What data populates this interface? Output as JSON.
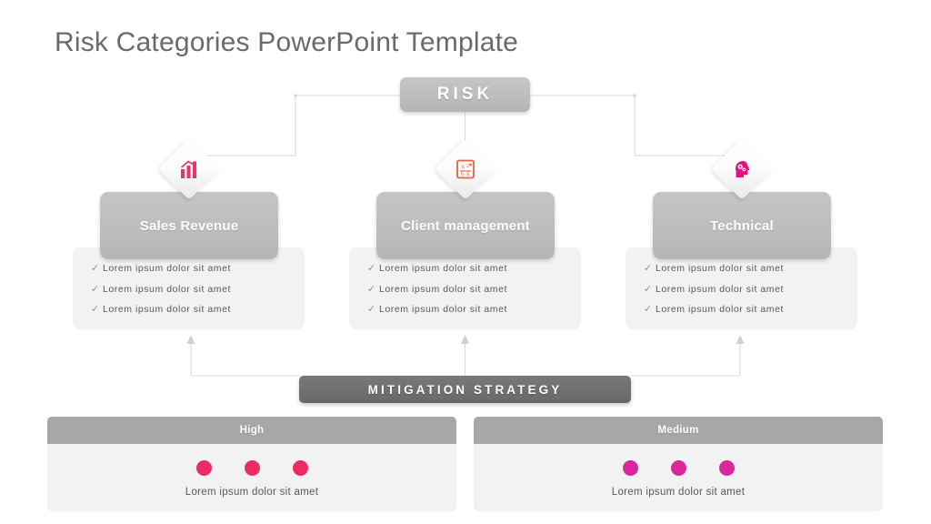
{
  "page": {
    "title": "Risk Categories PowerPoint Template",
    "background": "#ffffff"
  },
  "root": {
    "label": "RISK"
  },
  "colors": {
    "box_gray": "#bdbdbd",
    "panel_gray": "#f2f2f2",
    "mitigation_gray": "#6f6f6f",
    "severity_head_gray": "#a7a7a7",
    "dot_high": "#ed2b63",
    "dot_medium": "#d9279c",
    "icon_pink": "#e5127d",
    "icon_rose": "#e8336b",
    "icon_orange": "#e8603c",
    "title_text": "#6a6a6a",
    "body_text": "#58585a",
    "connector": "#d8d8d8"
  },
  "categories": [
    {
      "label": "Sales Revenue",
      "icon": "bar-chart-growth-icon",
      "icon_color": "#e8336b",
      "bullets": [
        "Lorem  ipsum  dolor  sit amet",
        "Lorem  ipsum  dolor  sit amet",
        "Lorem  ipsum  dolor  sit amet"
      ]
    },
    {
      "label": "Client management",
      "icon": "math-formula-board-icon",
      "icon_color": "#e8603c",
      "bullets": [
        "Lorem  ipsum  dolor  sit amet",
        "Lorem  ipsum  dolor  sit amet",
        "Lorem  ipsum  dolor  sit amet"
      ]
    },
    {
      "label": "Technical",
      "icon": "head-gears-brain-icon",
      "icon_color": "#e5127d",
      "bullets": [
        "Lorem  ipsum  dolor  sit amet",
        "Lorem  ipsum  dolor  sit amet",
        "Lorem  ipsum  dolor  sit amet"
      ]
    }
  ],
  "bullet_marker": "✓",
  "mitigation": {
    "label": "MITIGATION STRATEGY"
  },
  "severity": [
    {
      "header": "High",
      "dot_count": 3,
      "dot_color": "#ed2b63",
      "caption": "Lorem ipsum dolor sit amet"
    },
    {
      "header": "Medium",
      "dot_count": 3,
      "dot_color": "#d9279c",
      "caption": "Lorem ipsum dolor sit amet"
    }
  ]
}
